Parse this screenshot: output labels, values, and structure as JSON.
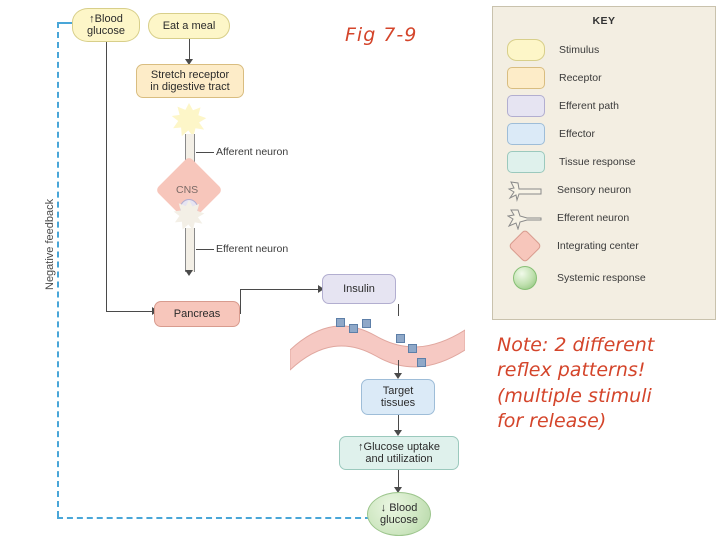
{
  "figure": {
    "fig_label": "Fig 7-9",
    "note_lines": [
      "Note: 2 different",
      "reflex patterns!",
      "(multiple stimuli",
      "for release)"
    ]
  },
  "feedback": {
    "label": "Negative feedback",
    "color": "#49a6d8"
  },
  "flow": {
    "blood_glucose_up": "↑Blood\nglucose",
    "eat_a_meal": "Eat a meal",
    "stretch_receptor": "Stretch receptor\nin digestive tract",
    "afferent_neuron": "Afferent neuron",
    "cns": "CNS",
    "efferent_neuron": "Efferent neuron",
    "pancreas": "Pancreas",
    "insulin": "Insulin",
    "target_tissues": "Target\ntissues",
    "glucose_uptake": "↑Glucose uptake\nand utilization",
    "blood_glucose_down": "↓ Blood\nglucose"
  },
  "key": {
    "title": "KEY",
    "items": [
      {
        "label": "Stimulus",
        "swatch": "stimulus"
      },
      {
        "label": "Receptor",
        "swatch": "receptor"
      },
      {
        "label": "Efferent path",
        "swatch": "efferent"
      },
      {
        "label": "Effector",
        "swatch": "effector"
      },
      {
        "label": "Tissue response",
        "swatch": "tissue"
      },
      {
        "label": "Sensory neuron",
        "swatch": "sensory-neuron"
      },
      {
        "label": "Efferent neuron",
        "swatch": "efferent-neuron"
      },
      {
        "label": "Integrating center",
        "swatch": "integrating-center"
      },
      {
        "label": "Systemic response",
        "swatch": "systemic-response"
      }
    ]
  },
  "colors": {
    "stimulus": "#fdf6c8",
    "receptor": "#fdecc8",
    "efferent_path": "#e6e4f2",
    "effector": "#dbeaf7",
    "tissue_response": "#dff1ec",
    "integrating_center": "#f7c6bb",
    "systemic_response": "#b4d6a6",
    "annotation": "#d4452b",
    "feedback_loop": "#49a6d8"
  }
}
